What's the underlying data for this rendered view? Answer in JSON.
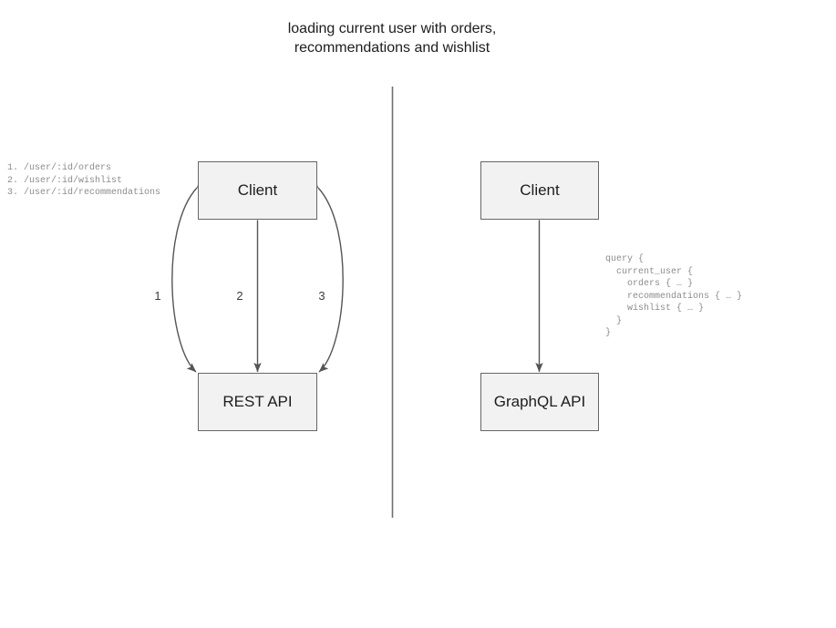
{
  "title": "loading current user with orders,\nrecommendations and wishlist",
  "rest_side": {
    "client_label": "Client",
    "api_label": "REST API",
    "endpoints": "1. /user/:id/orders\n2. /user/:id/wishlist\n3. /user/:id/recommendations",
    "edge_labels": [
      "1",
      "2",
      "3"
    ]
  },
  "graphql_side": {
    "client_label": "Client",
    "api_label": "GraphQL API",
    "query": "query {\n  current_user {\n    orders { … }\n    recommendations { … }\n    wishlist { … }\n  }\n}"
  },
  "colors": {
    "box_fill": "#f2f2f2",
    "box_border": "#666666",
    "arrow": "#666666",
    "divider": "#6e6e6e",
    "code_text": "#8c8c8c",
    "text": "#1d1d1d"
  }
}
